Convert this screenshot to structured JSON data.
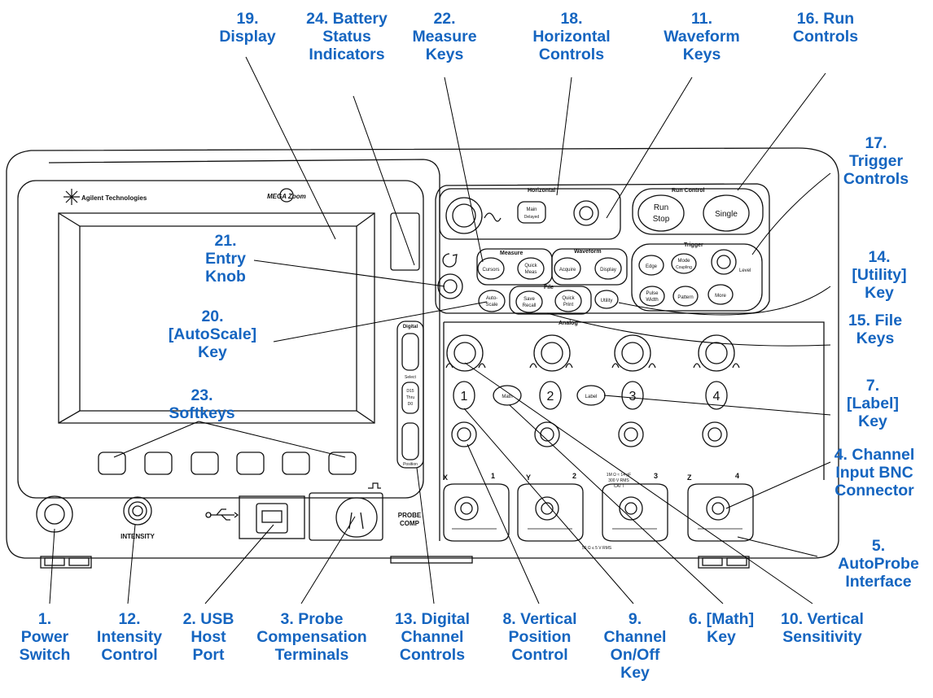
{
  "brand": {
    "company": "Agilent Technologies",
    "logo": "MEGA Zoom"
  },
  "panel_labels": {
    "horizontal": "Horizontal",
    "main_delayed": [
      "Main",
      "Delayed"
    ],
    "run_control": "Run Control",
    "run_stop": [
      "Run",
      "Stop"
    ],
    "single": "Single",
    "measure": "Measure",
    "waveform": "Waveform",
    "cursors": "Cursors",
    "quick_meas": [
      "Quick",
      "Meas"
    ],
    "acquire": "Acquire",
    "display": "Display",
    "trigger": "Trigger",
    "edge": "Edge",
    "mode_coupling": [
      "Mode",
      "Coupling"
    ],
    "level": "Level",
    "pulse_width": [
      "Pulse",
      "Width"
    ],
    "pattern": "Pattern",
    "more": "More",
    "file": "File",
    "auto_scale": [
      "Auto-",
      "Scale"
    ],
    "save_recall": [
      "Save",
      "Recall"
    ],
    "quick_print": [
      "Quick",
      "Print"
    ],
    "utility": "Utility",
    "digital": "Digital",
    "select": "Select",
    "d15_thru_d0": [
      "D15",
      "Thru",
      "D0"
    ],
    "position": "Position",
    "analog": "Analog",
    "math": "Math",
    "label": "Label",
    "channel_numbers": [
      "1",
      "2",
      "3",
      "4"
    ],
    "input_letters": [
      "X",
      "Y",
      "Z"
    ],
    "intensity": "INTENSITY",
    "probe_comp": [
      "PROBE",
      "COMP"
    ],
    "input_spec": [
      "1M Ω ≈ 14 pF",
      "300 V RMS",
      "CAT I"
    ],
    "input_spec_bottom": "50 Ω ≤ 5 V RMS"
  },
  "callouts": {
    "display": "19.\nDisplay",
    "battery": "24. Battery\nStatus\nIndicators",
    "measure": "22.\nMeasure\nKeys",
    "horizontal": "18.\nHorizontal\nControls",
    "waveform": "11.\nWaveform\nKeys",
    "run": "16. Run\nControls",
    "trigger": "17.\nTrigger\nControls",
    "utility": "14.\n[Utility]\nKey",
    "file": "15. File\nKeys",
    "label": "7.\n[Label]\nKey",
    "bnc": "4. Channel\nInput BNC\nConnector",
    "autoprobe": "5.\nAutoProbe\nInterface",
    "entry": "21.\nEntry\nKnob",
    "autoscale": "20.\n[AutoScale]\nKey",
    "softkeys": "23.\nSoftkeys",
    "power": "1.\nPower\nSwitch",
    "intensity": "12.\nIntensity\nControl",
    "usb": "2. USB\nHost\nPort",
    "probe_comp": "3. Probe\nCompensation\nTerminals",
    "digital": "13. Digital\nChannel\nControls",
    "vpos": "8. Vertical\nPosition\nControl",
    "onoff": "9.\nChannel\nOn/Off\nKey",
    "math": "6. [Math]\nKey",
    "vsens": "10. Vertical\nSensitivity"
  }
}
